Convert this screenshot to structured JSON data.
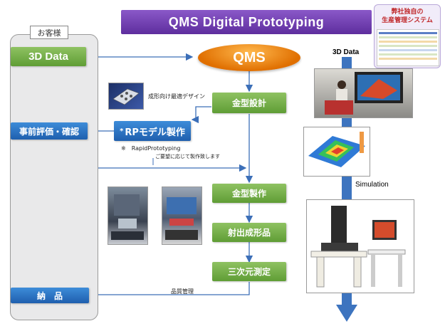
{
  "header": {
    "title": "QMS   Digital Prototyping"
  },
  "badge": {
    "text": "弊社独自の\n生産管理システム"
  },
  "customer": {
    "label": "お客様",
    "data_box": "3D Data",
    "evaluation_box": "事前評価・確認",
    "delivery_box": "納　品"
  },
  "flow": {
    "qms": "QMS",
    "mold_design": "金型設計",
    "rp_box": "RPモデル製作",
    "mold_making": "金型製作",
    "injection": "射出成形品",
    "measurement": "三次元測定"
  },
  "notes": {
    "optimal_design": "成形向け最適デザイン",
    "rapid_note": "※　RapidPrototyping",
    "request_note": "ご要望に応じて製作致します",
    "quality": "品質管理"
  },
  "right_column": {
    "data_label": "3D Data",
    "simulation_label": "Simulation"
  },
  "colors": {
    "title": "#6a3aaa",
    "green": "#6fae45",
    "blue": "#2a6fbf",
    "orange": "#f08a1c",
    "arrow": "#3c6fb8"
  }
}
